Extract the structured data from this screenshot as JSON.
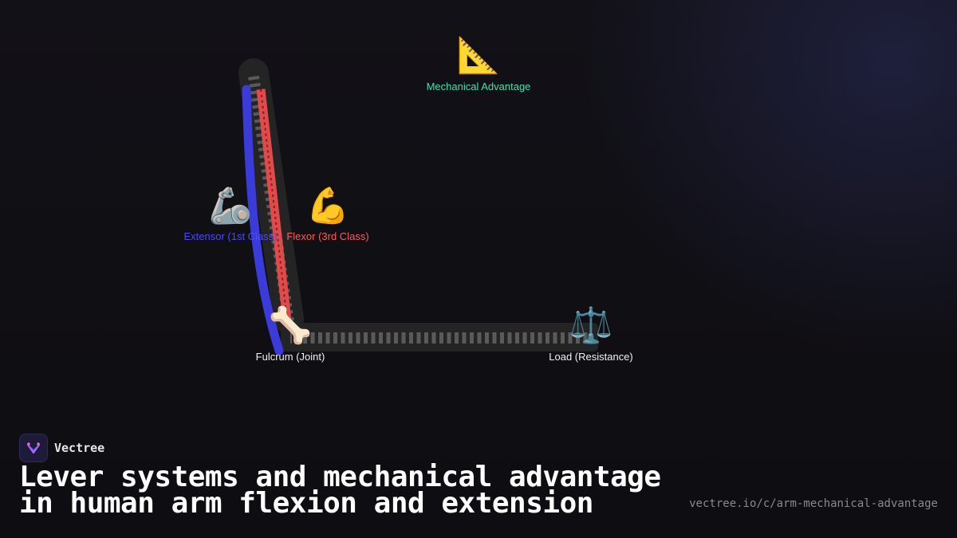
{
  "nodes": {
    "mechanical_advantage": {
      "emoji": "📐",
      "label": "Mechanical Advantage",
      "color": "#3ee0b0"
    },
    "extensor": {
      "emoji": "🦾",
      "label": "Extensor (1st Class)",
      "color": "#4a4aff"
    },
    "flexor": {
      "emoji": "💪",
      "label": "Flexor (3rd Class)",
      "color": "#ff5a5a"
    },
    "fulcrum": {
      "emoji": "🦴",
      "label": "Fulcrum (Joint)",
      "color": "#ffffff"
    },
    "load": {
      "emoji": "⚖️",
      "label": "Load (Resistance)",
      "color": "#ffffff"
    }
  },
  "colors": {
    "extensor_line": "#3b3bd9",
    "flexor_line": "#e04a4a",
    "bar": "#242424",
    "ticks": "#5a5a5a"
  },
  "brand": {
    "name": "Vectree",
    "logo_icon": "vectree-logo-icon"
  },
  "headline": {
    "line1": "Lever systems and mechanical advantage",
    "line2": "in human arm flexion and extension"
  },
  "url": "vectree.io/c/arm-mechanical-advantage"
}
